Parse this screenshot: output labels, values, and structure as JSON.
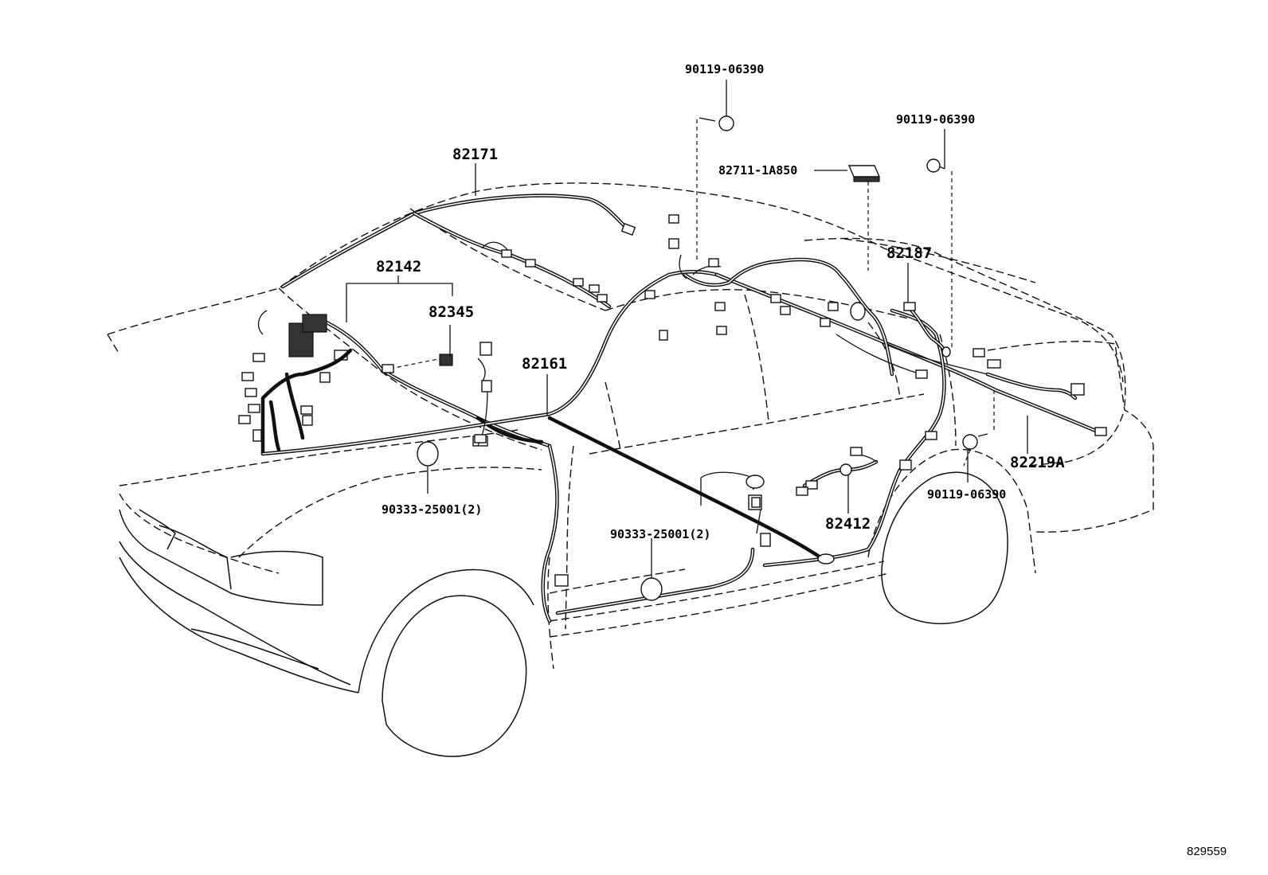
{
  "diagram": {
    "callouts": [
      {
        "id": "82171",
        "text": "82171"
      },
      {
        "id": "82142",
        "text": "82142"
      },
      {
        "id": "82345",
        "text": "82345"
      },
      {
        "id": "82161",
        "text": "82161"
      },
      {
        "id": "90119-06390-a",
        "text": "90119-06390"
      },
      {
        "id": "90119-06390-b",
        "text": "90119-06390"
      },
      {
        "id": "82711-1A850",
        "text": "82711-1A850"
      },
      {
        "id": "82187",
        "text": "82187"
      },
      {
        "id": "82219A",
        "text": "82219A"
      },
      {
        "id": "90119-06390-c",
        "text": "90119-06390"
      },
      {
        "id": "82412",
        "text": "82412"
      },
      {
        "id": "90333-25001-a",
        "text": "90333-25001(2)"
      },
      {
        "id": "90333-25001-b",
        "text": "90333-25001(2)"
      }
    ],
    "diagram_id": "829559"
  }
}
